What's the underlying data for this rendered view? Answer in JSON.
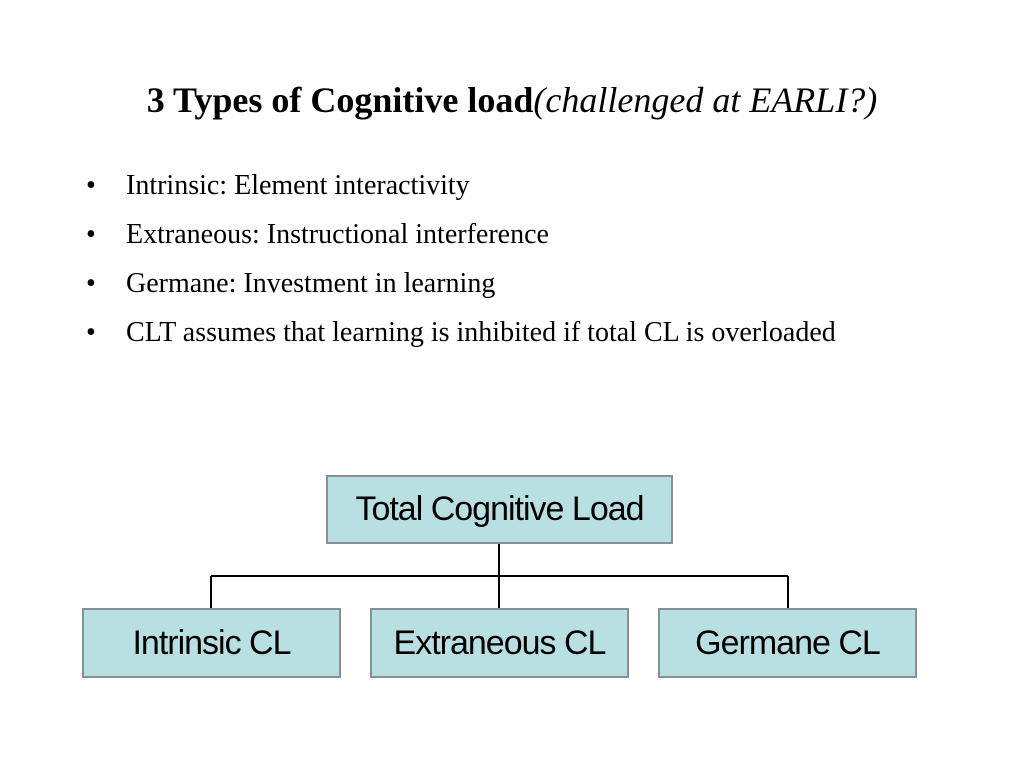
{
  "slide": {
    "title": {
      "main": "3 Types of Cognitive load",
      "italic": "(challenged at EARLI?)"
    },
    "bullets": [
      "Intrinsic: Element interactivity",
      "Extraneous: Instructional interference",
      "Germane: Investment in learning",
      "CLT assumes that learning is inhibited if total CL is overloaded"
    ]
  },
  "diagram": {
    "root": "Total Cognitive Load",
    "children": [
      "Intrinsic CL",
      "Extraneous CL",
      "Germane CL"
    ],
    "colors": {
      "box_fill": "#b8dfe2",
      "box_border": "#8a8f93",
      "connector": "#000000"
    }
  }
}
